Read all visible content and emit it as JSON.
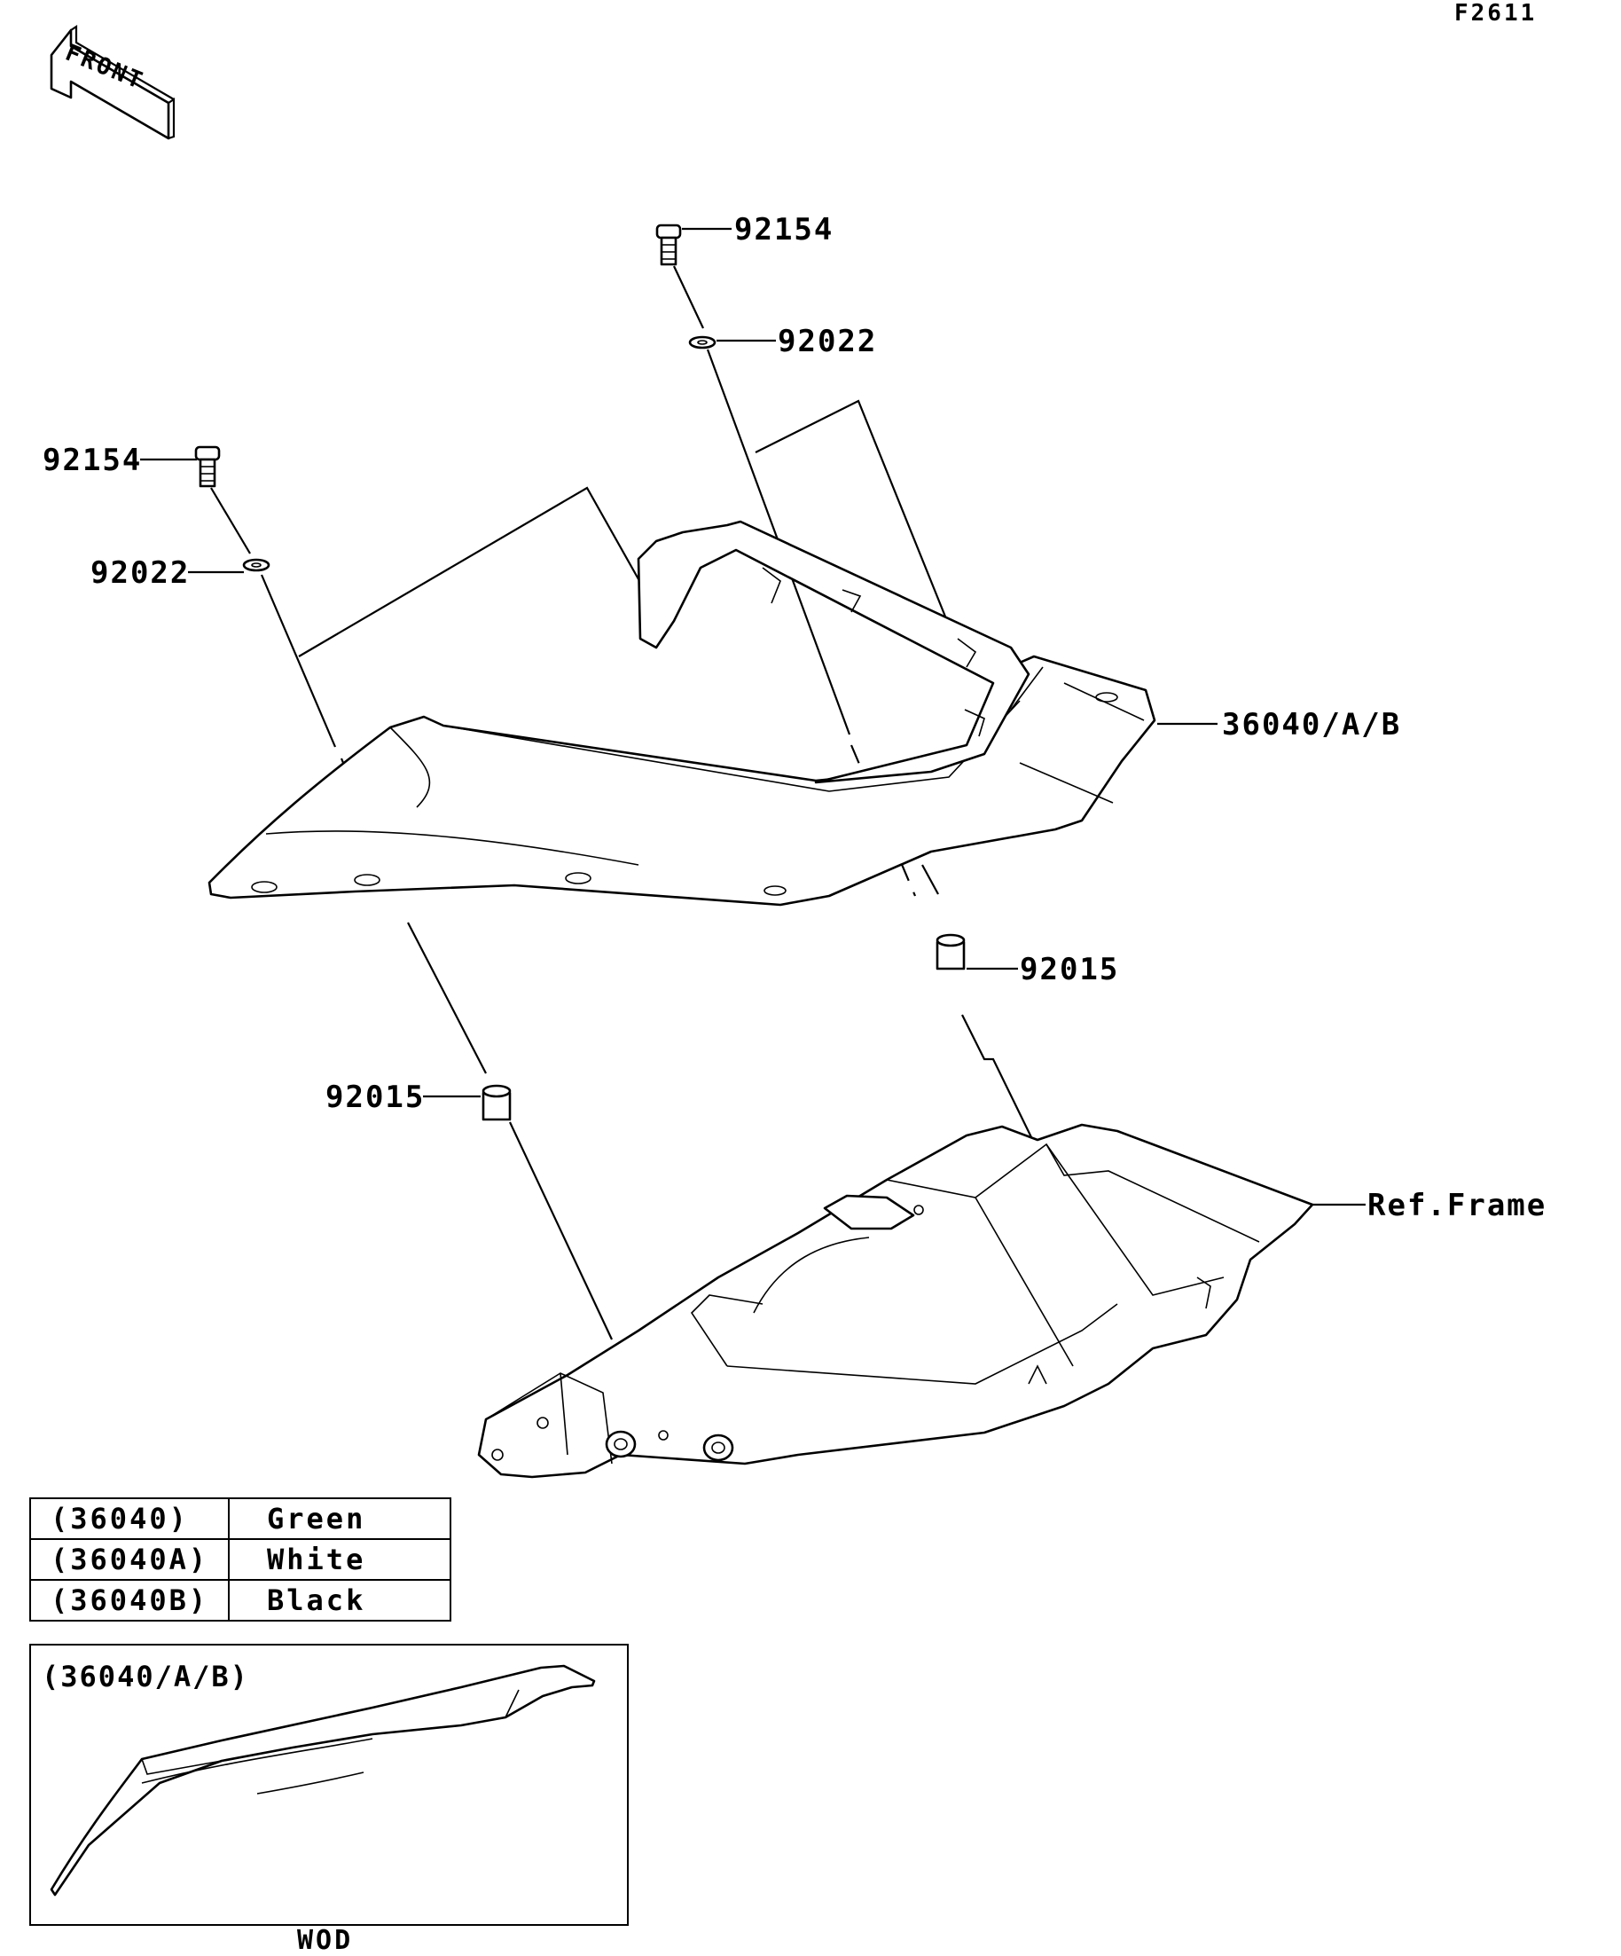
{
  "figure_id": "F2611",
  "direction_label": "FRONT",
  "callouts": {
    "bolt_upper": "92154",
    "washer_upper": "92022",
    "bolt_left": "92154",
    "washer_left": "92022",
    "cover_part": "36040/A/B",
    "collar_right": "92015",
    "collar_left": "92015",
    "frame_ref": "Ref.Frame"
  },
  "color_table": [
    {
      "code": "(36040)",
      "color": "Green"
    },
    {
      "code": "(36040A)",
      "color": "White"
    },
    {
      "code": "(36040B)",
      "color": "Black"
    }
  ],
  "inset": {
    "label": "(36040/A/B)",
    "caption": "WOD"
  }
}
